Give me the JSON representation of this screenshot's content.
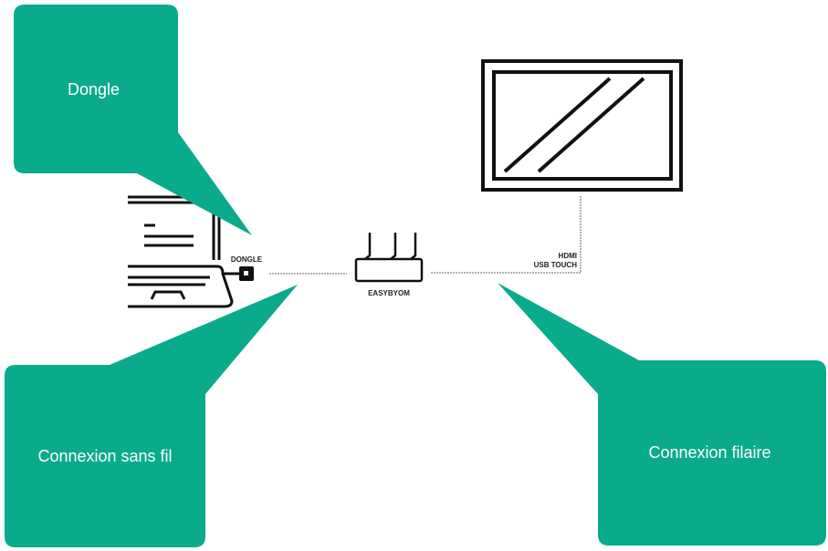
{
  "callouts": {
    "dongle": "Dongle",
    "wireless": "Connexion sans fil",
    "wired": "Connexion filaire"
  },
  "labels": {
    "dongle": "DONGLE",
    "router": "EASYBYOM",
    "hdmi": "HDMI",
    "usb_touch": "USB TOUCH"
  },
  "colors": {
    "callout": "#0aab8a"
  }
}
